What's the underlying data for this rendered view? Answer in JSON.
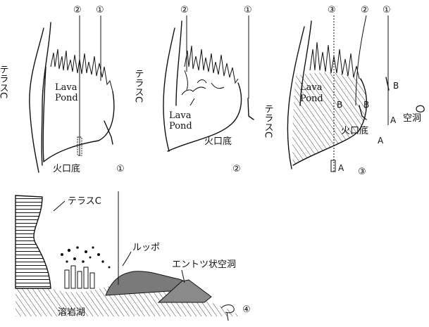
{
  "panels": [
    {
      "id": "1",
      "labels": {
        "terrace": "テラスC",
        "pond": "Lava\nPond",
        "floor": "火口底",
        "panel_num": "①"
      },
      "markers": [
        "②",
        "①"
      ]
    },
    {
      "id": "2",
      "labels": {
        "terrace": "テラスC",
        "pond": "Lava\nPond",
        "floor": "火口底",
        "panel_num": "②"
      },
      "markers": [
        "②",
        "①"
      ]
    },
    {
      "id": "3",
      "labels": {
        "terrace": "テラスC",
        "pond": "Lava\nPond",
        "floor": "火口底",
        "panel_num": "③",
        "cavity": "空洞"
      },
      "markers": [
        "③",
        "②",
        "①"
      ],
      "points": [
        "A",
        "B",
        "B",
        "A",
        "B",
        "A"
      ]
    },
    {
      "id": "4",
      "labels": {
        "terrace": "テラスC",
        "bubble": "ルッポ",
        "chimney": "エントツ状空洞",
        "lake": "溶岩湖",
        "panel_num": "④"
      }
    }
  ]
}
